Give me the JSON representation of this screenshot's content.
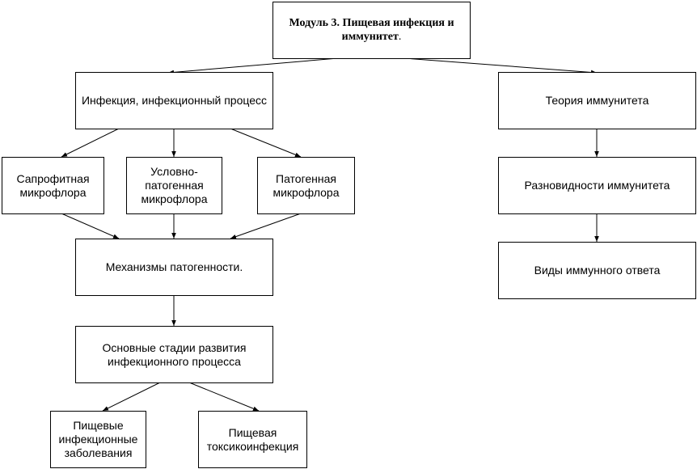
{
  "diagram": {
    "nodes": {
      "module": {
        "text_bold": "Модуль 3. Пищевая инфекция и иммунитет",
        "text_tail": "."
      },
      "infection": "Инфекция, инфекционный процесс",
      "immunity_theory": "Теория иммунитета",
      "saprophytic": "Сапрофитная микрофлора",
      "conditional": "Условно-патогенная микрофлора",
      "pathogenic": "Патогенная микрофлора",
      "immunity_types": "Разновидности иммунитета",
      "mechanisms": "Механизмы патогенности.",
      "response_types": "Виды иммунного ответа",
      "stages": "Основные стадии развития инфекционного процесса",
      "food_diseases": "Пищевые инфекционные заболевания",
      "toxicoinfection": "Пищевая токсикоинфекция"
    },
    "edges": [
      [
        "module",
        "infection"
      ],
      [
        "module",
        "immunity_theory"
      ],
      [
        "infection",
        "saprophytic"
      ],
      [
        "infection",
        "conditional"
      ],
      [
        "infection",
        "pathogenic"
      ],
      [
        "saprophytic",
        "mechanisms"
      ],
      [
        "conditional",
        "mechanisms"
      ],
      [
        "pathogenic",
        "mechanisms"
      ],
      [
        "mechanisms",
        "stages"
      ],
      [
        "stages",
        "food_diseases"
      ],
      [
        "stages",
        "toxicoinfection"
      ],
      [
        "immunity_theory",
        "immunity_types"
      ],
      [
        "immunity_types",
        "response_types"
      ]
    ]
  }
}
